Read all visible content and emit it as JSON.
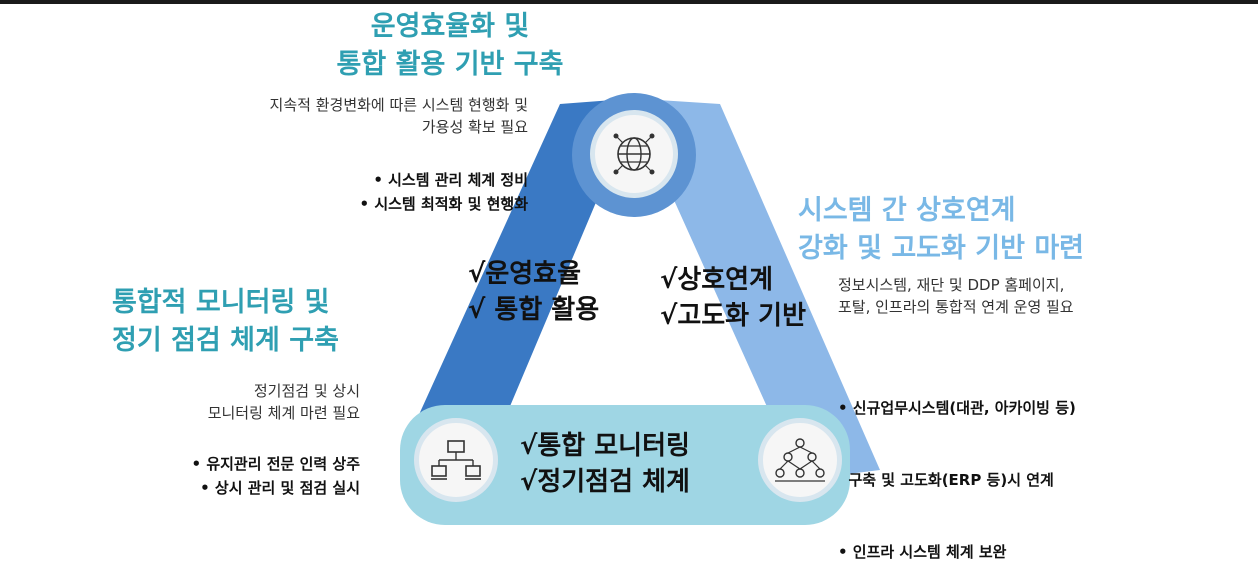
{
  "top": {
    "title_line1": "운영효율화 및",
    "title_line2": "통합 활용 기반 구축",
    "desc_line1": "지속적 환경변화에 따른 시스템 현행화 및",
    "desc_line2": "가용성 확보 필요",
    "bullets": [
      "• 시스템 관리 체계 정비",
      "• 시스템 최적화 및 현행화"
    ]
  },
  "right": {
    "title_line1": "시스템 간 상호연계",
    "title_line2": "강화 및 고도화 기반 마련",
    "desc_line1": "정보시스템, 재단 및 DDP 홈페이지,",
    "desc_line2": "포탈, 인프라의 통합적 연계 운영 필요",
    "bullets": [
      "• 신규업무시스템(대관, 아카이빙 등)",
      "  구축 및 고도화(ERP 등)시 연계",
      "• 인프라 시스템 체계 보완"
    ]
  },
  "left": {
    "title_line1": "통합적 모니터링 및",
    "title_line2": "정기 점검 체계 구축",
    "desc_line1": "정기점검 및 상시",
    "desc_line2": "모니터링 체계 마련 필요",
    "bullets": [
      "• 유지관리 전문 인력 상주",
      "• 상시 관리 및 점검 실시"
    ]
  },
  "center": {
    "left_line1": "√운영효율",
    "left_line2": "√ 통합 활용",
    "right_line1": "√상호연계",
    "right_line2": "√고도화 기반",
    "bottom_line1": "√통합 모니터링",
    "bottom_line2": "√정기점검 체계"
  },
  "icons": {
    "top": "globe-network-icon",
    "bottom_left": "computer-network-icon",
    "bottom_right": "people-network-icon"
  },
  "colors": {
    "left_arm": "#3a79c4",
    "right_arm": "#8db8e8",
    "bottom_arm": "#9fd6e4",
    "teal_title": "#2f9fb2",
    "sky_title": "#79b8e6"
  }
}
